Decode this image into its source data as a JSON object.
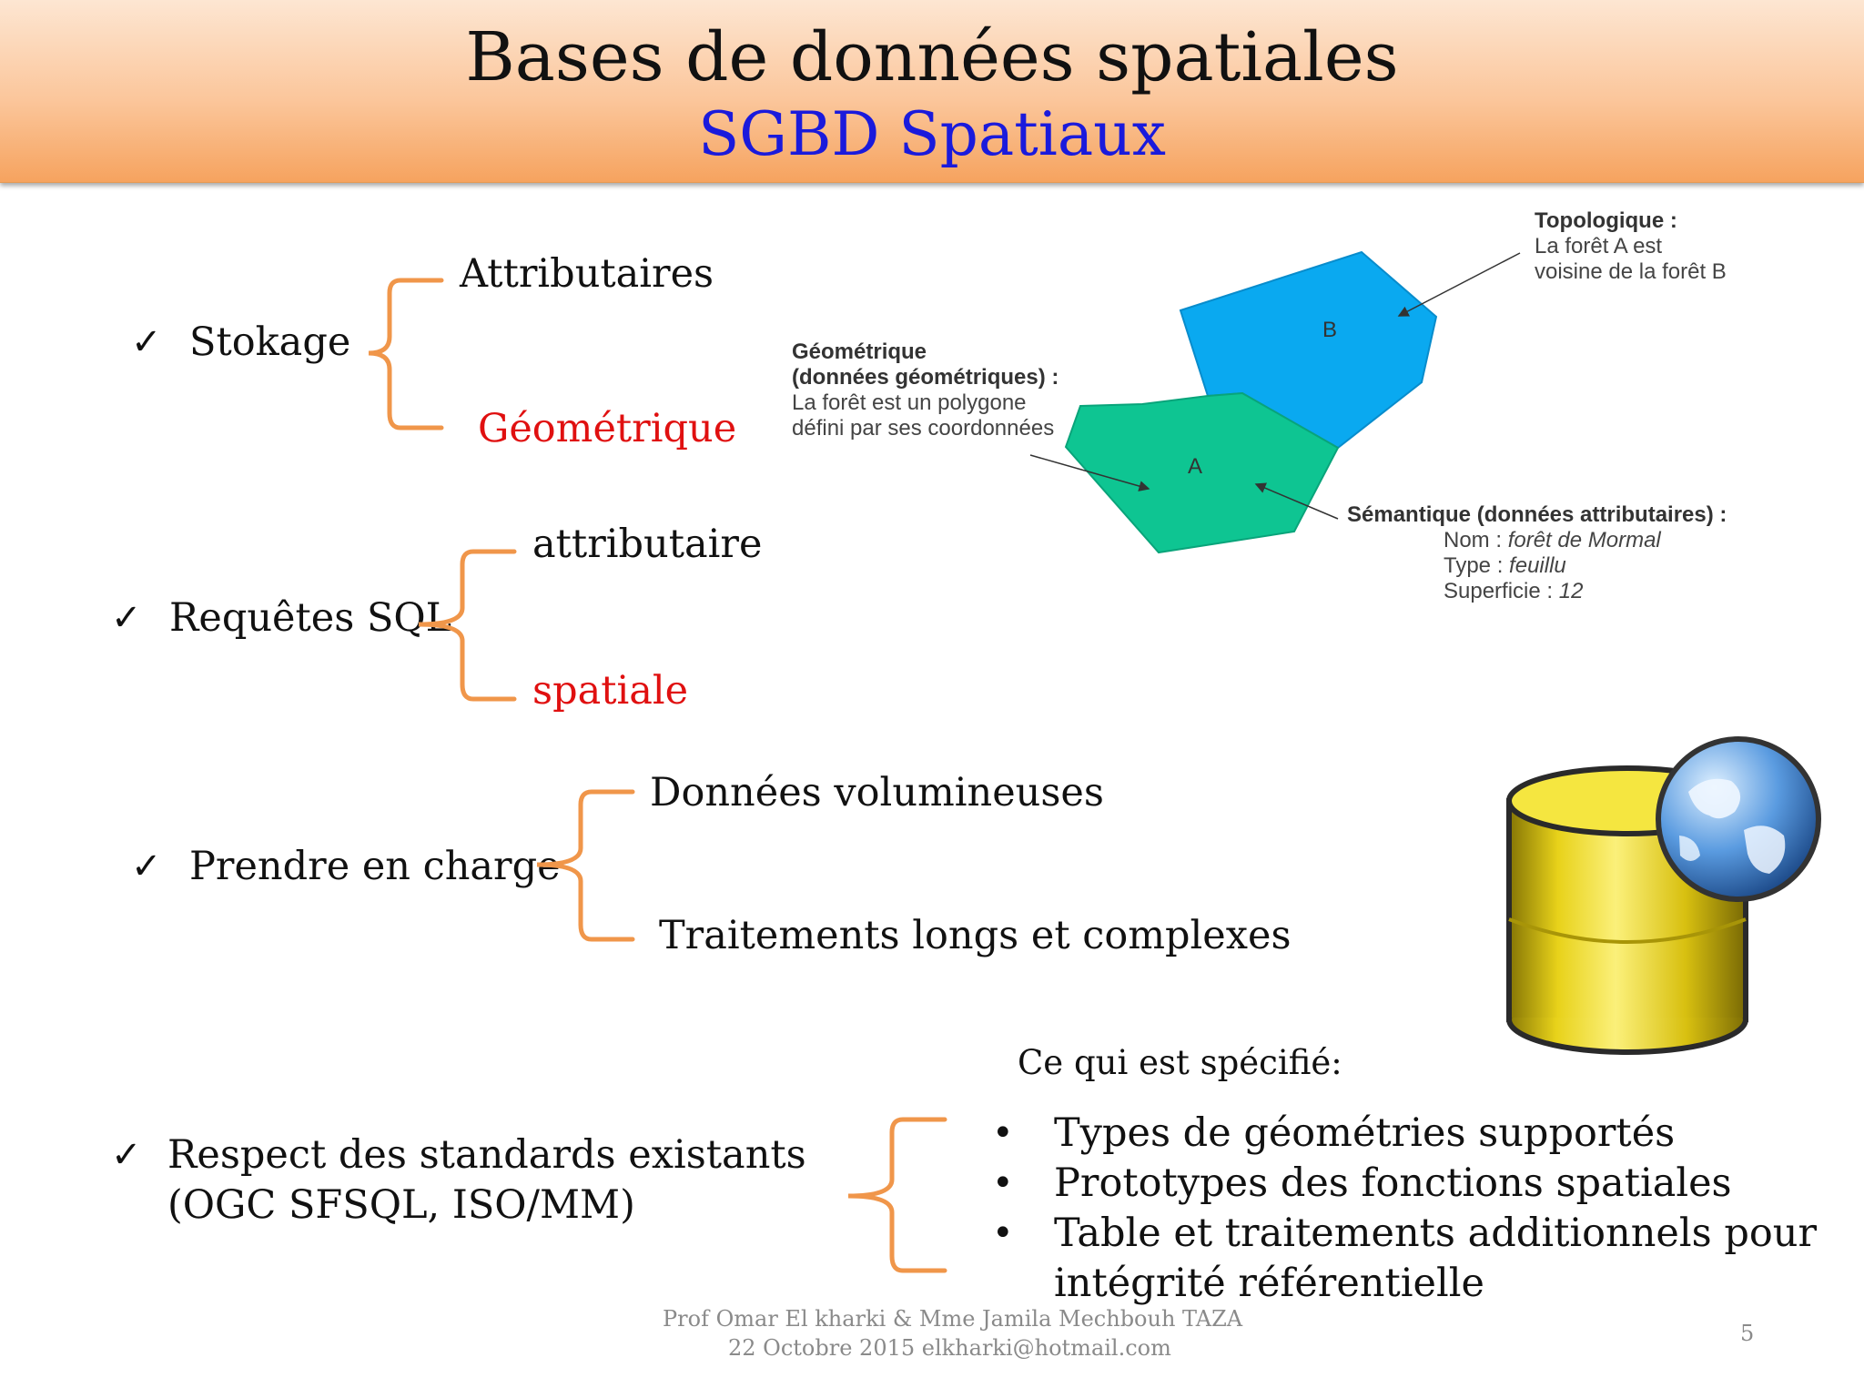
{
  "header": {
    "title": "Bases de données spatiales",
    "subtitle": "SGBD Spatiaux"
  },
  "colors": {
    "accent_red": "#e01010",
    "subtitle_blue": "#1a1adc",
    "brace_orange": "#f0964a",
    "header_orange": "#f6a35f"
  },
  "icons": {
    "check": "check-icon",
    "brace": "curly-brace-icon",
    "database": "database-globe-icon",
    "bullet": "bullet-icon"
  },
  "items": [
    {
      "label": "Stokage",
      "branches": [
        "Attributaires",
        "Géométrique"
      ]
    },
    {
      "label": "Requêtes SQL",
      "branches": [
        "attributaire",
        "spatiale"
      ]
    },
    {
      "label": "Prendre en charge",
      "branches": [
        "Données volumineuses",
        "Traitements longs et complexes"
      ]
    },
    {
      "label_line1": "Respect des standards existants",
      "label_line2": "(OGC SFSQL, ISO/MM)"
    }
  ],
  "standards": {
    "heading": "Ce qui est spécifié:",
    "bullets": [
      "Types de géométries supportés",
      "Prototypes des fonctions spatiales",
      "Table et traitements additionnels pour",
      "intégrité référentielle"
    ]
  },
  "diagram": {
    "topo_title": "Topologique :",
    "topo_line1": "La forêt A est",
    "topo_line2": "voisine de la forêt B",
    "geo_title1": "Géométrique",
    "geo_title2": "(données géométriques) :",
    "geo_line1": "La forêt est un polygone",
    "geo_line2": "défini par ses coordonnées",
    "poly_a": "A",
    "poly_b": "B",
    "sem_title": "Sémantique (données attributaires) :",
    "sem_nom_key": "Nom : ",
    "sem_nom_val": "forêt de Mormal",
    "sem_type_key": "Type : ",
    "sem_type_val": "feuillu",
    "sem_sup_key": "Superficie : ",
    "sem_sup_val": "12"
  },
  "footer": {
    "line1": "Prof Omar El kharki & Mme Jamila Mechbouh      TAZA",
    "line2": "22 Octobre 2015   elkharki@hotmail.com",
    "page": "5"
  }
}
